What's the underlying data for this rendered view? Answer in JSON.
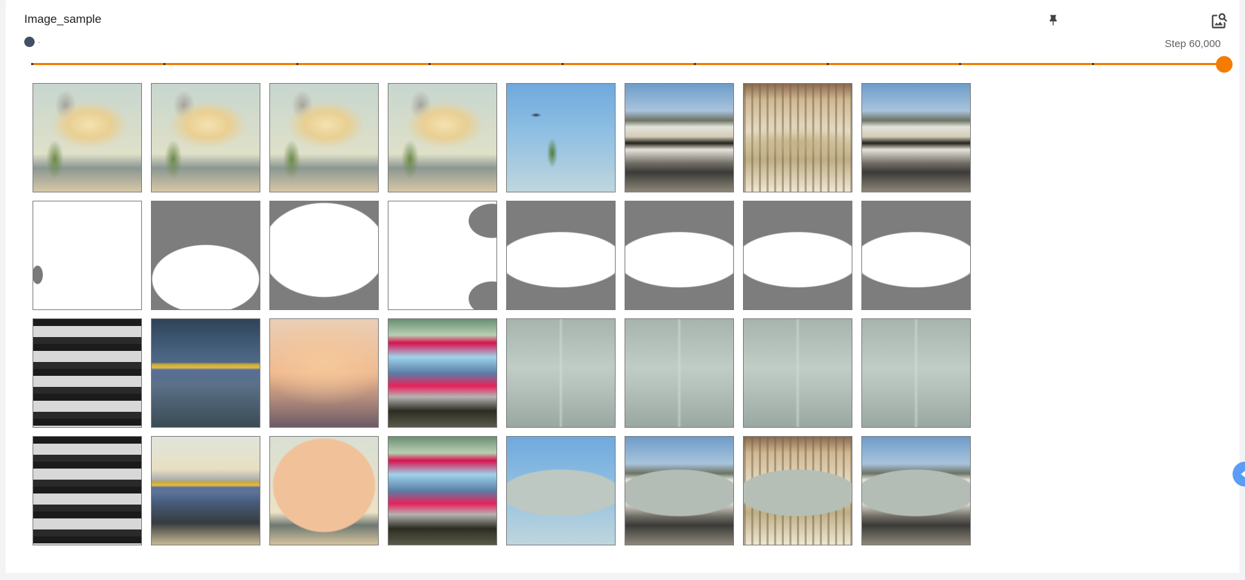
{
  "card": {
    "title": "Image_sample",
    "run_label": ".",
    "step_label": "Step 60,000"
  },
  "icons": {
    "pin": "pin-icon",
    "image_search": "image-search-icon"
  },
  "colors": {
    "accent": "#f57c00",
    "run": "#425066",
    "mask_gray": "#7d7d7d",
    "side_button": "#5b9cf5"
  },
  "slider": {
    "value_fraction": 1.0,
    "tick_count": 9
  },
  "image_grid": {
    "rows": 4,
    "columns": 8,
    "cells": [
      [
        {
          "kind": "photo-bird-fire"
        },
        {
          "kind": "photo-bird-fire"
        },
        {
          "kind": "photo-bird-fire"
        },
        {
          "kind": "photo-bird-fire"
        },
        {
          "kind": "photo-blue-sky"
        },
        {
          "kind": "photo-shore"
        },
        {
          "kind": "photo-grass"
        },
        {
          "kind": "photo-shore"
        }
      ],
      [
        {
          "kind": "mask-white-full"
        },
        {
          "kind": "mask-top-gray"
        },
        {
          "kind": "mask-center-white"
        },
        {
          "kind": "mask-white-left"
        },
        {
          "kind": "mask-bottom-white"
        },
        {
          "kind": "mask-bottom-white"
        },
        {
          "kind": "mask-bottom-white"
        },
        {
          "kind": "mask-bottom-white"
        }
      ],
      [
        {
          "kind": "gen-dark-bw"
        },
        {
          "kind": "gen-blue-gold"
        },
        {
          "kind": "gen-peach"
        },
        {
          "kind": "gen-red-blue"
        },
        {
          "kind": "gen-gray-green"
        },
        {
          "kind": "gen-gray-green"
        },
        {
          "kind": "gen-gray-green"
        },
        {
          "kind": "gen-gray-green"
        }
      ],
      [
        {
          "kind": "comp-dark-bw"
        },
        {
          "kind": "comp-bird-blue"
        },
        {
          "kind": "comp-peach"
        },
        {
          "kind": "comp-red-blue"
        },
        {
          "kind": "comp-blue-sky"
        },
        {
          "kind": "comp-shore"
        },
        {
          "kind": "comp-grass"
        },
        {
          "kind": "comp-shore"
        }
      ]
    ]
  }
}
